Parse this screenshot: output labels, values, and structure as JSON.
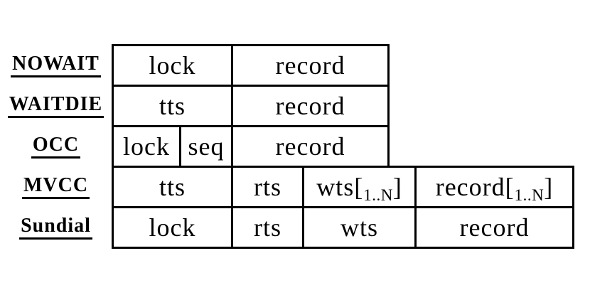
{
  "figure": {
    "description": "record-layout-per-protocol-diagram",
    "colors": {
      "border": "#000000",
      "background": "#ffffff",
      "text": "#000000"
    },
    "rows": [
      {
        "protocol": "NOWAIT",
        "cells": [
          {
            "label": "lock"
          },
          {
            "label": "record"
          }
        ]
      },
      {
        "protocol": "WAITDIE",
        "cells": [
          {
            "label": "tts"
          },
          {
            "label": "record"
          }
        ]
      },
      {
        "protocol": "OCC",
        "cells": [
          {
            "label": "lock"
          },
          {
            "label": "seq"
          },
          {
            "label": "record"
          }
        ]
      },
      {
        "protocol": "MVCC",
        "cells": [
          {
            "label": "tts"
          },
          {
            "label": "rts"
          },
          {
            "base": "wts[",
            "sub": "1..N",
            "close": "]"
          },
          {
            "base": "record[",
            "sub": "1..N",
            "close": "]"
          }
        ]
      },
      {
        "protocol": "Sundial",
        "cells": [
          {
            "label": "lock"
          },
          {
            "label": "rts"
          },
          {
            "label": "wts"
          },
          {
            "label": "record"
          }
        ]
      }
    ]
  }
}
